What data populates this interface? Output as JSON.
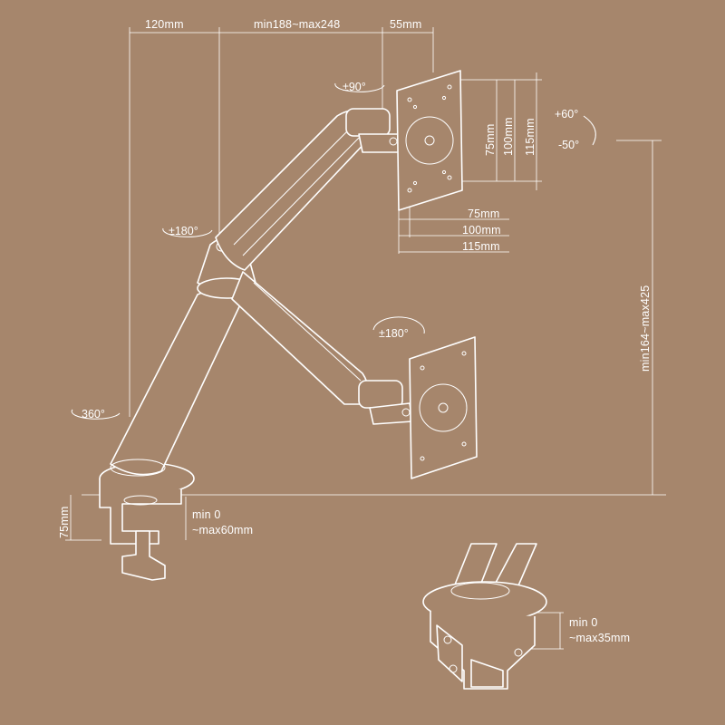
{
  "colors": {
    "background": "#a6866c",
    "lines": "#ffffff"
  },
  "dimensions": {
    "top_left": "120mm",
    "top_middle": "min188~max248",
    "top_right": "55mm",
    "vesa_h_75": "75mm",
    "vesa_h_100": "100mm",
    "vesa_h_115": "115mm",
    "vesa_v_75": "75mm",
    "vesa_v_100": "100mm",
    "vesa_v_115": "115mm",
    "height": "min164~max425",
    "clamp_height": "75mm",
    "clamp_range_min": "min 0",
    "clamp_range_max": "~max60mm",
    "grommet_range_min": "min 0",
    "grommet_range_max": "~max35mm"
  },
  "rotations": {
    "head_swivel": "±90°",
    "tilt_up": "+60°",
    "tilt_down": "-50°",
    "elbow": "±180°",
    "lower_head": "±180°",
    "base": "360°"
  }
}
